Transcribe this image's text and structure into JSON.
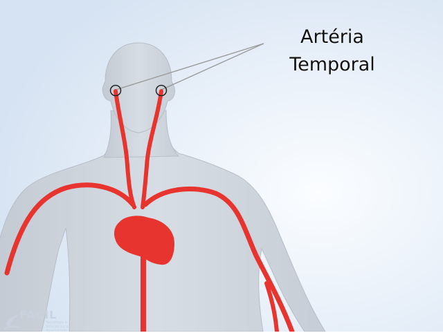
{
  "annotation": {
    "line1": "Artéria",
    "line2": "Temporal"
  },
  "logo": {
    "name": "FACIL",
    "tagline": "Tecnologia e Solução para o Aprendizado"
  },
  "colors": {
    "background": "#e6eef8",
    "body": "#c9d0d8",
    "artery": "#e8342e",
    "marker": "#222222",
    "pointer_line": "#9a9a9a"
  }
}
